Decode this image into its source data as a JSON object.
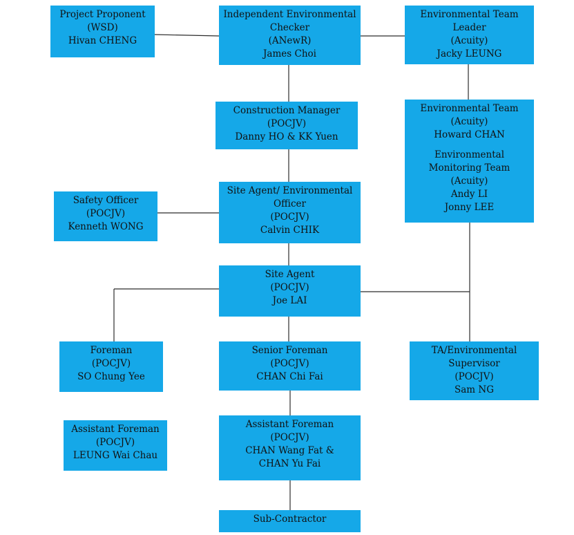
{
  "org_chart": {
    "project_proponent": [
      "Project Proponent",
      "(WSD)",
      "Hivan CHENG"
    ],
    "iec": [
      "Independent Environmental",
      "Checker",
      "(ANewR)",
      "James Choi"
    ],
    "et_leader": [
      "Environmental Team",
      "Leader",
      "(Acuity)",
      "Jacky LEUNG"
    ],
    "construction_manager": [
      "Construction Manager",
      "(POCJV)",
      "Danny HO & KK Yuen"
    ],
    "environmental_team": [
      "Environmental Team",
      "(Acuity)",
      "Howard CHAN"
    ],
    "monitoring_team": [
      "Environmental",
      "Monitoring Team",
      "(Acuity)",
      "Andy LI",
      "Jonny LEE"
    ],
    "safety_officer": [
      "Safety Officer",
      "(POCJV)",
      "Kenneth WONG"
    ],
    "site_agent_env": [
      "Site Agent/ Environmental",
      "Officer",
      "(POCJV)",
      "Calvin CHIK"
    ],
    "site_agent": [
      "Site Agent",
      "(POCJV)",
      "Joe LAI"
    ],
    "foreman": [
      "Foreman",
      "(POCJV)",
      "SO Chung Yee"
    ],
    "senior_foreman": [
      "Senior Foreman",
      "(POCJV)",
      "CHAN Chi Fai"
    ],
    "ta_env_supervisor": [
      "TA/Environmental",
      "Supervisor",
      "(POCJV)",
      "Sam NG"
    ],
    "assistant_foreman_left": [
      "Assistant Foreman",
      "(POCJV)",
      "LEUNG Wai Chau"
    ],
    "assistant_foreman_center": [
      "Assistant Foreman",
      "(POCJV)",
      "CHAN Wang Fat &",
      "CHAN Yu Fai"
    ],
    "sub_contractor": [
      "Sub-Contractor"
    ]
  },
  "colors": {
    "box_fill": "#15a8e8",
    "line": "#2b2b2b",
    "text": "#111111"
  }
}
